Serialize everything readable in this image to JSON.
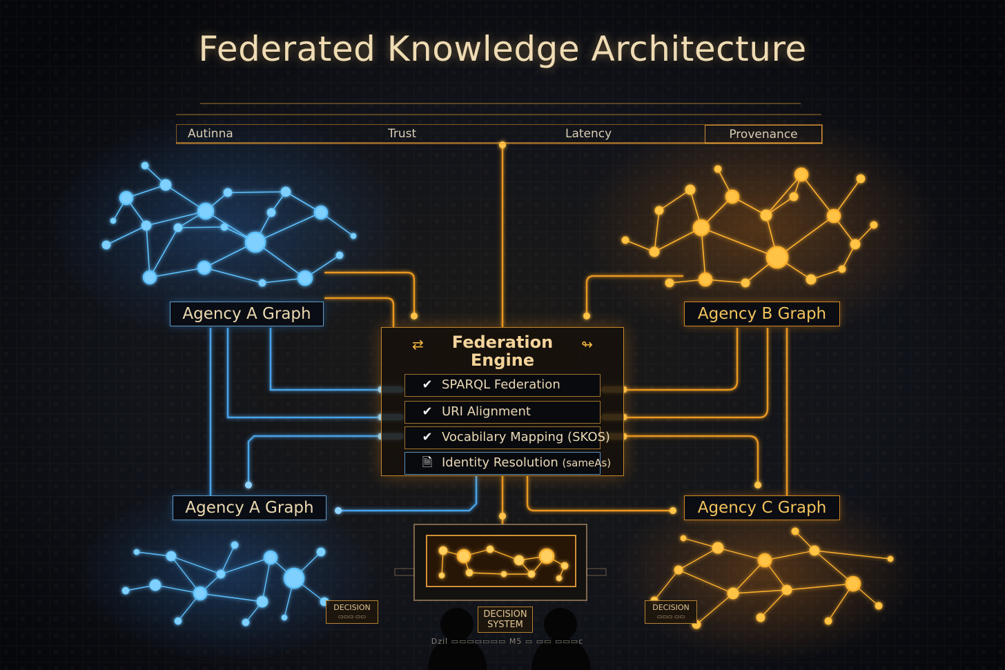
{
  "title": "Federated Knowledge Architecture",
  "criteria": [
    "Autinna",
    "Trust",
    "Latency",
    "Provenance"
  ],
  "graphs": {
    "agency_a_top": "Agency A Graph",
    "agency_a_bottom": "Agency A Graph",
    "agency_b": "Agency B Graph",
    "agency_c": "Agency C Graph"
  },
  "engine": {
    "title_line1": "Federation",
    "title_line2": "Engine",
    "features": [
      {
        "icon": "check-icon",
        "label": "SPARQL Federation"
      },
      {
        "icon": "check-icon",
        "label": "URI Alignment"
      },
      {
        "icon": "check-icon",
        "label": "Vocabilary Mapping (SKOS)"
      },
      {
        "icon": "document-icon",
        "label": "Identity Resolution",
        "suffix": "(sameAs)"
      }
    ]
  },
  "decision_left": {
    "line1": "DECISION",
    "line2": "▭▭▭ ▭▭"
  },
  "decision_right": {
    "line1": "DECISION",
    "line2": "▭▭▭ ▭▭"
  },
  "decision_center": {
    "line1": "DECISION",
    "line2": "SYSTEM"
  },
  "footer_text": "Dzil ▭▭▭▭▭▭▭ M5 ▭ ▭▭ ▭▭▭c",
  "colors": {
    "background": "#07080c",
    "blue": "#5ec2ff",
    "amber": "#ffb22e",
    "text": "#ecd9b0"
  }
}
